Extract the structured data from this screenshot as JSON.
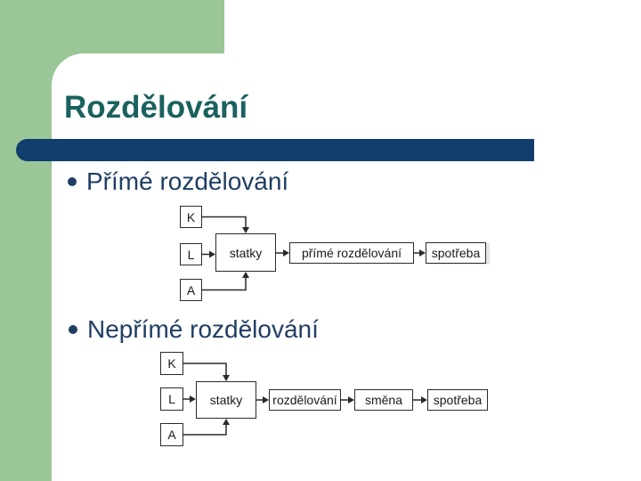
{
  "slide": {
    "title": "Rozdělování",
    "bullet1": "Přímé rozdělování",
    "bullet2": "Nepřímé rozdělování"
  },
  "diagram_direct": {
    "input_top": "K",
    "input_mid": "L",
    "input_bottom": "A",
    "goods": "statky",
    "process": "přímé rozdělování",
    "result": "spotřeba"
  },
  "diagram_indirect": {
    "input_top": "K",
    "input_mid": "L",
    "input_bottom": "A",
    "goods": "statky",
    "process": "rozdělování",
    "exchange": "směna",
    "result": "spotřeba"
  },
  "colors": {
    "accent_green": "#9BC698",
    "accent_bar_navy": "#123E6D",
    "title_teal": "#1A615E",
    "body_text_navy": "#203E63",
    "diagram_line": "#2a2a2a"
  }
}
